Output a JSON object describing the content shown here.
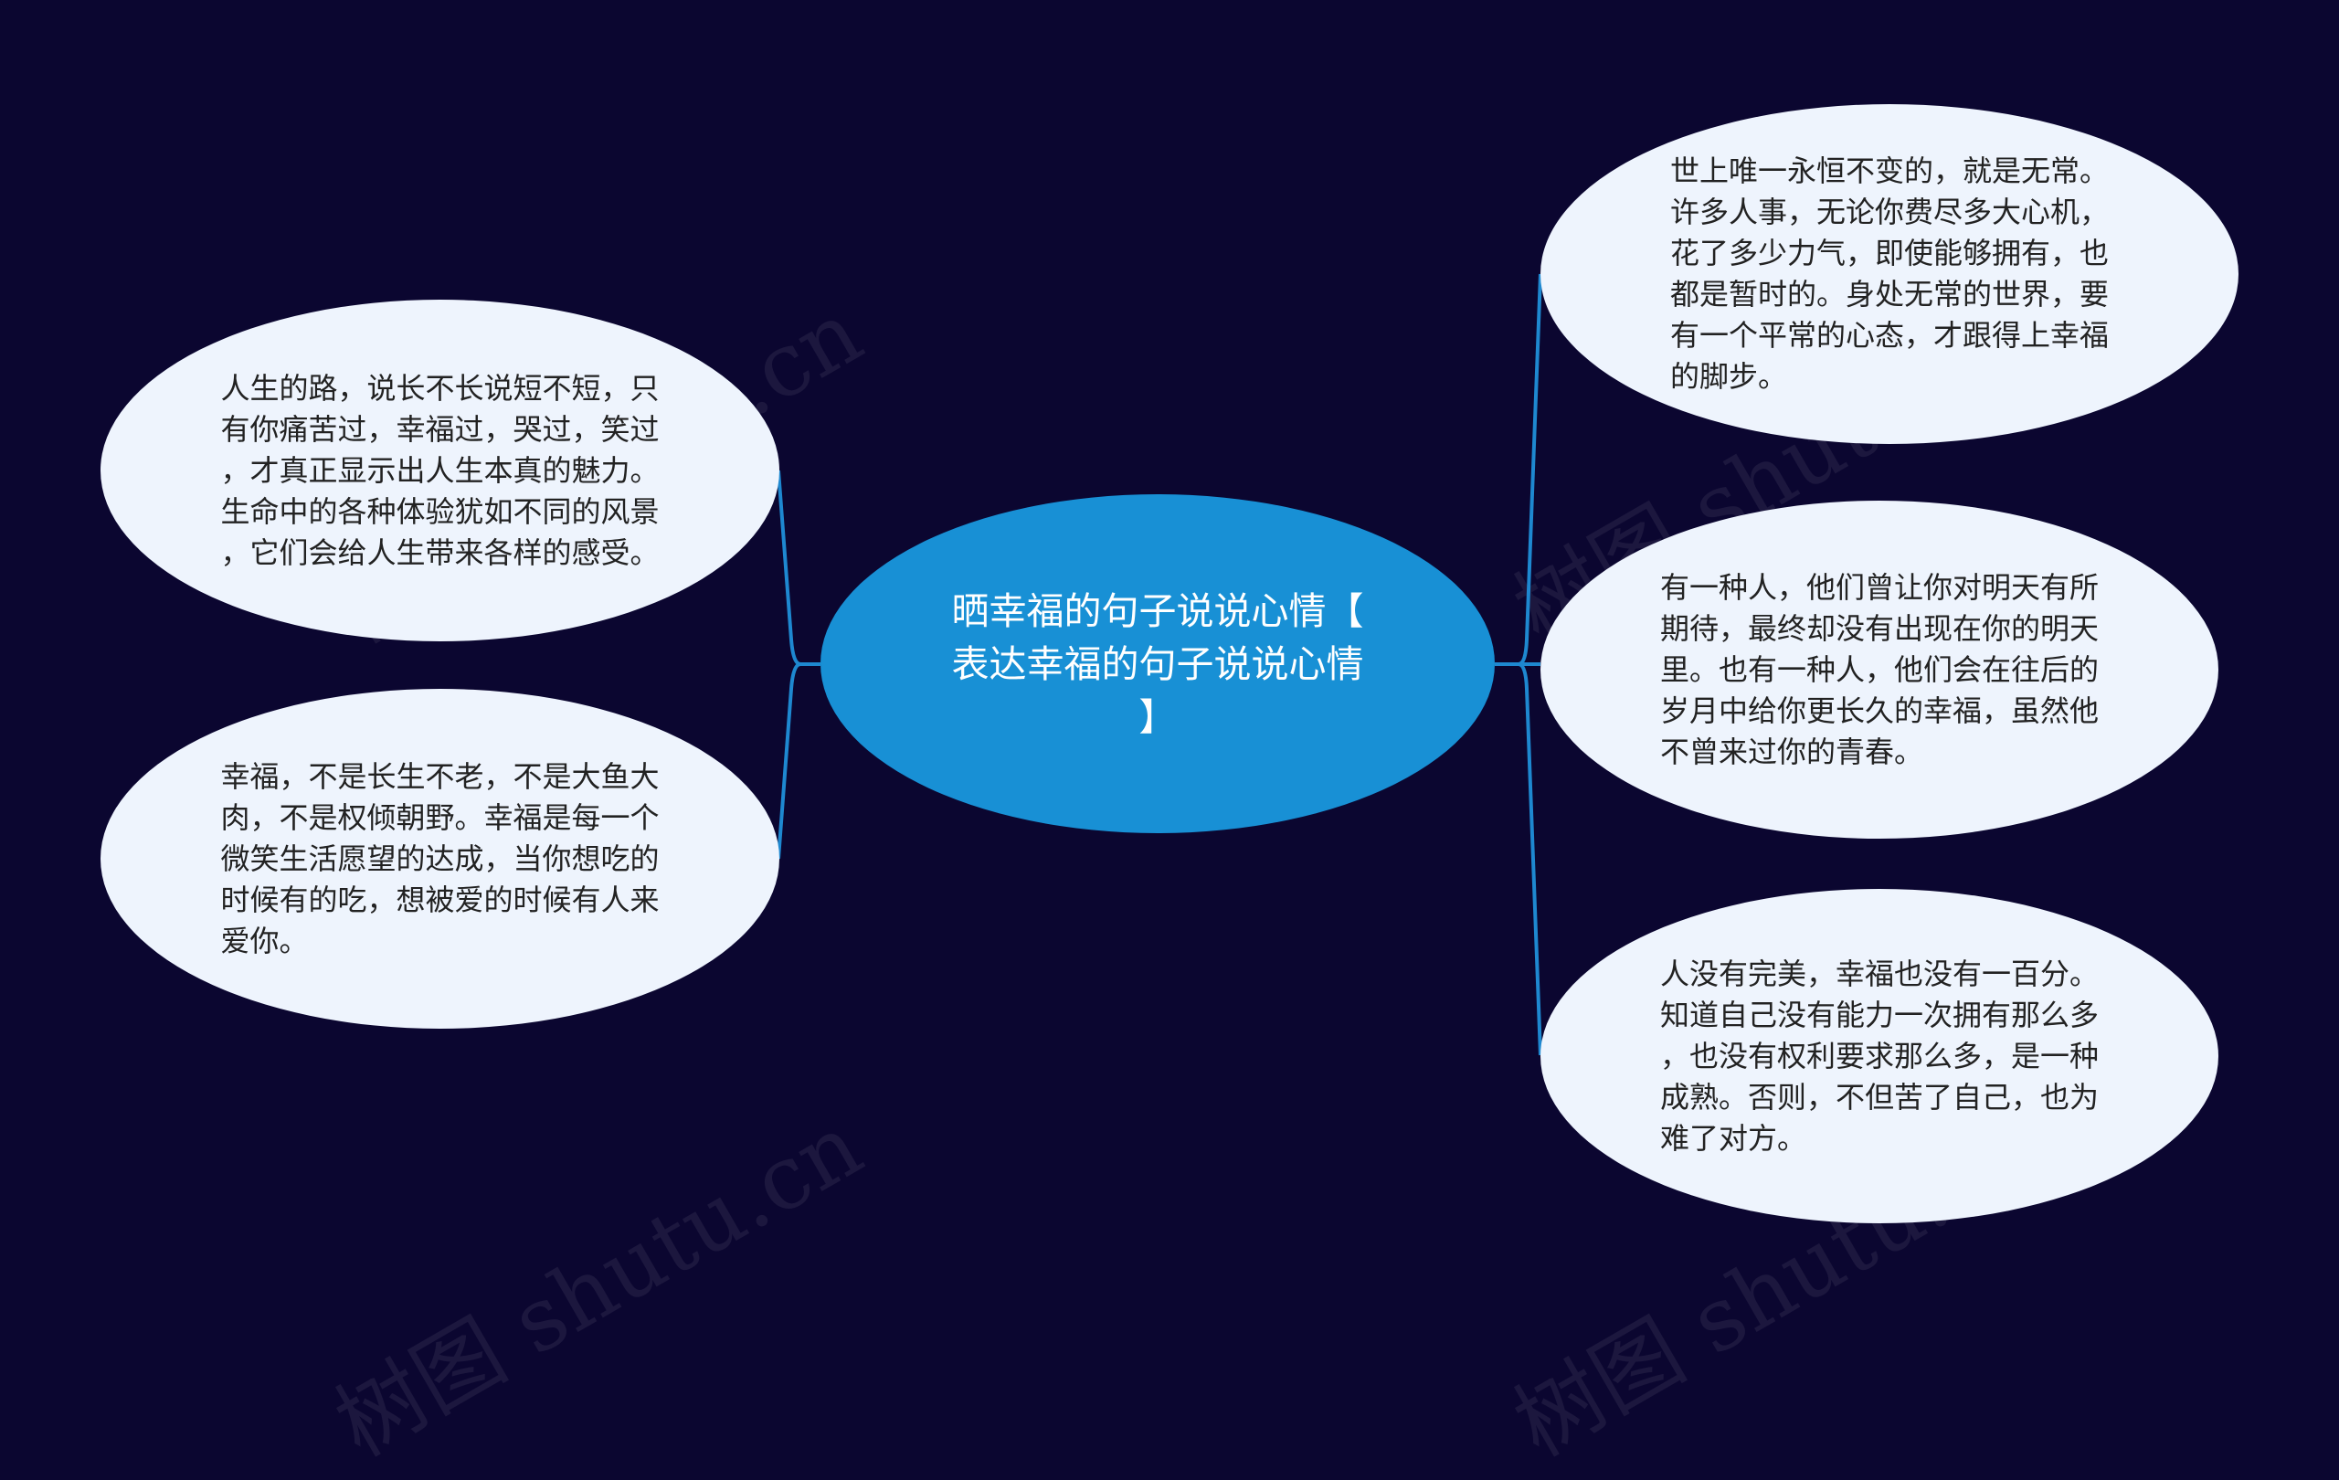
{
  "root": {
    "text": "晒幸福的句子说说心情【\n表达幸福的句子说说心情\n】"
  },
  "left_nodes": [
    {
      "text": "人生的路，说长不长说短不短，只\n有你痛苦过，幸福过，哭过，笑过\n，才真正显示出人生本真的魅力。\n生命中的各种体验犹如不同的风景\n，它们会给人生带来各样的感受。"
    },
    {
      "text": "幸福，不是长生不老，不是大鱼大\n肉，不是权倾朝野。幸福是每一个\n微笑生活愿望的达成，当你想吃的\n时候有的吃，想被爱的时候有人来\n爱你。"
    }
  ],
  "right_nodes": [
    {
      "text": "世上唯一永恒不变的，就是无常。\n许多人事，无论你费尽多大心机，\n花了多少力气，即使能够拥有，也\n都是暂时的。身处无常的世界，要\n有一个平常的心态，才跟得上幸福\n的脚步。"
    },
    {
      "text": "有一种人，他们曾让你对明天有所\n期待，最终却没有出现在你的明天\n里。也有一种人，他们会在往后的\n岁月中给你更长久的幸福，虽然他\n不曾来过你的青春。"
    },
    {
      "text": "人没有完美，幸福也没有一百分。\n知道自己没有能力一次拥有那么多\n，也没有权利要求那么多，是一种\n成熟。否则，不但苦了自己，也为\n难了对方。"
    }
  ],
  "watermark": {
    "text": "树图 shutu.cn"
  },
  "colors": {
    "background": "#0b0630",
    "root_fill": "#1890d5",
    "leaf_fill": "#eef4fd",
    "connector": "#1e88d0"
  }
}
